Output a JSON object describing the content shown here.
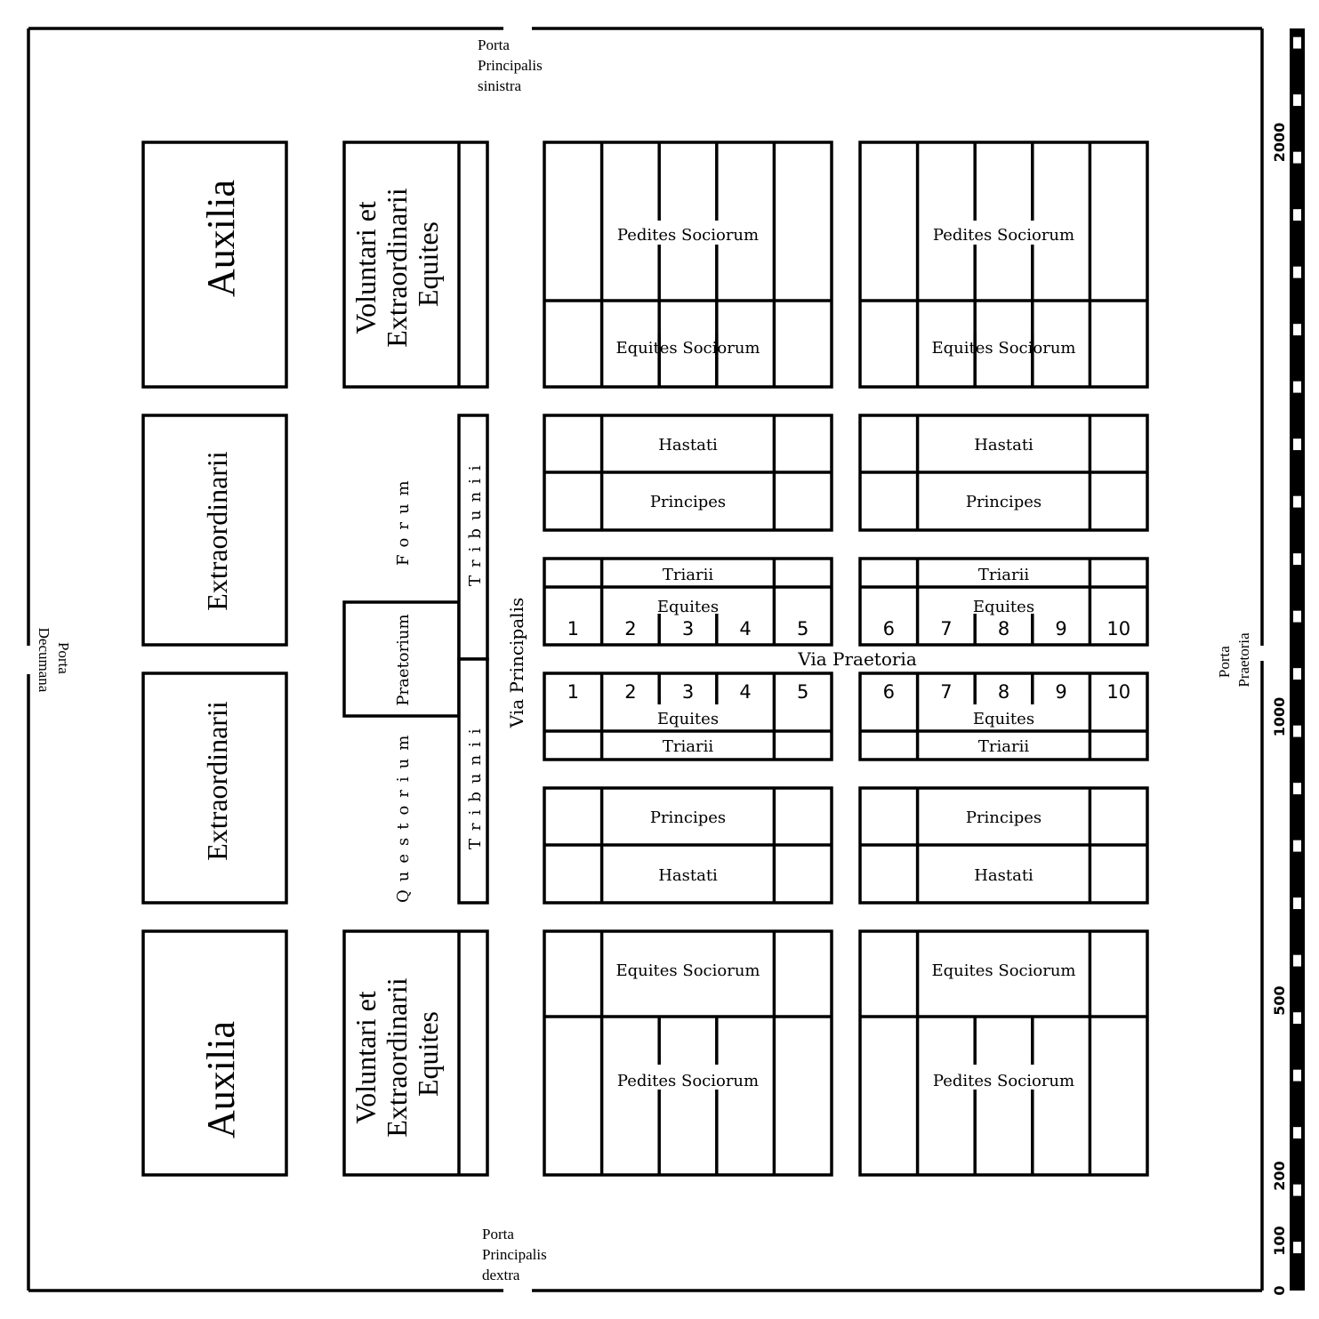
{
  "gates": {
    "sinistra": [
      "Porta",
      "Principalis",
      "sinistra"
    ],
    "dextra": [
      "Porta",
      "Principalis",
      "dextra"
    ],
    "decumana": [
      "Porta",
      "Decumana"
    ],
    "praetoria": [
      "Porta",
      "Praetoria"
    ]
  },
  "roads": {
    "via_praetoria": "Via Praetoria",
    "via_principalis": "Via Principalis"
  },
  "left_blocks": {
    "auxilia_top": "Auxilia",
    "extra_upper": "Extraordinarii",
    "extra_lower": "Extraordinarii",
    "auxilia_bottom": "Auxilia"
  },
  "cavalry_blocks": {
    "top": [
      "Voluntari et",
      "Extraordinarii",
      "Equites"
    ],
    "bottom": [
      "Voluntari et",
      "Extraordinarii",
      "Equites"
    ]
  },
  "central": {
    "forum": "Forum",
    "praetorium": "Praetorium",
    "questorium": "Questorium",
    "tribunii_upper": "Tribunii",
    "tribunii_lower": "Tribunii"
  },
  "unit_labels": {
    "pedites_sociorum": "Pedites Sociorum",
    "equites_sociorum": "Equites Sociorum",
    "hastati": "Hastati",
    "principes": "Principes",
    "triarii": "Triarii",
    "equites": "Equites"
  },
  "turma_numbers": {
    "left": [
      "1",
      "2",
      "3",
      "4",
      "5"
    ],
    "right": [
      "6",
      "7",
      "8",
      "9",
      "10"
    ]
  },
  "scale_labels": [
    "0",
    "100",
    "200",
    "500",
    "1000",
    "2000"
  ]
}
